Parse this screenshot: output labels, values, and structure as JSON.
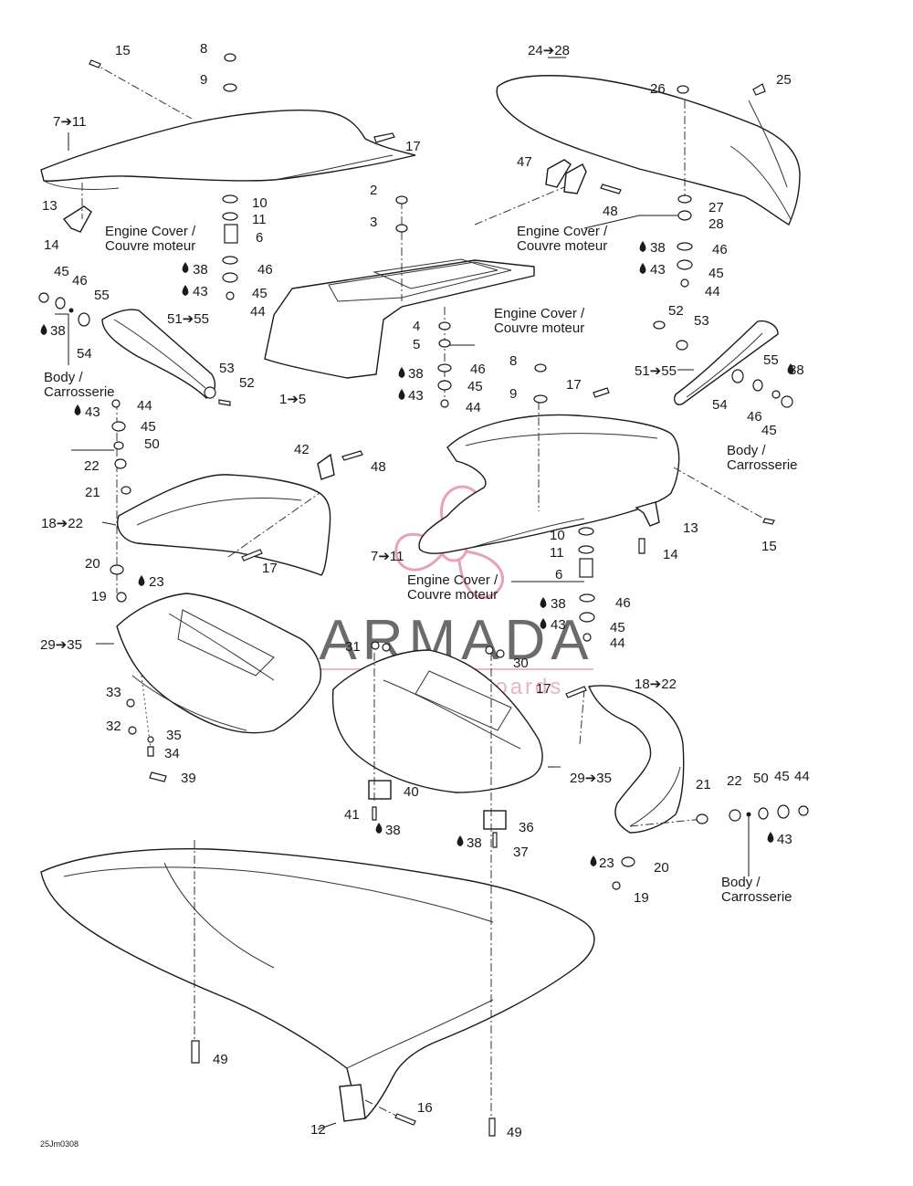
{
  "diagram": {
    "ref_code": "25Jm0308",
    "engine_cover_en": "Engine Cover /",
    "engine_cover_fr": "Couvre moteur",
    "body_en": "Body /",
    "body_fr": "Carrosserie"
  },
  "watermark": {
    "title": "ARMADA",
    "subtitle": "marine outboards",
    "color_title": "#6b6b6b",
    "color_accent": "#e8a0bf",
    "icon": "propeller-icon"
  },
  "callouts": {
    "c8a": "8",
    "c9a": "9",
    "c15a": "15",
    "c711a": "7➔11",
    "c17a": "17",
    "c13a": "13",
    "c14a": "14",
    "c10a": "10",
    "c11a": "11",
    "c6a": "6",
    "c38a": "38",
    "c46a": "46",
    "c43a": "43",
    "c45a": "45",
    "c44a": "44",
    "c45b": "45",
    "c46b": "46",
    "c38b": "38",
    "c55a": "55",
    "c54a": "54",
    "c5155a": "51➔55",
    "c53a": "53",
    "c52a": "52",
    "c2428": "24➔28",
    "c25": "25",
    "c26": "26",
    "c47": "47",
    "c48a": "48",
    "c27": "27",
    "c28": "28",
    "c38c": "38",
    "c46c": "46",
    "c43c": "43",
    "c45c": "45",
    "c44c": "44",
    "c2": "2",
    "c3": "3",
    "c15": "1➔5",
    "c4": "4",
    "c5": "5",
    "c46d": "46",
    "c38d": "38",
    "c45d": "45",
    "c43d": "43",
    "c44d": "44",
    "c52b": "52",
    "c53b": "53",
    "c5155b": "51➔55",
    "c55b": "55",
    "c38e": "38",
    "c54b": "54",
    "c46e": "46",
    "c45e": "45",
    "c8b": "8",
    "c9b": "9",
    "c17b": "17",
    "c13b": "13",
    "c14b": "14",
    "c15b": "15",
    "c43e": "43",
    "c44e": "44",
    "c45f": "45",
    "c50a": "50",
    "c22a": "22",
    "c21a": "21",
    "c1822a": "18➔22",
    "c42": "42",
    "c48b": "48",
    "c17c": "17",
    "c20a": "20",
    "c23a": "23",
    "c19a": "19",
    "c711b": "7➔11",
    "c10b": "10",
    "c11b": "11",
    "c6b": "6",
    "c46f": "46",
    "c38f": "38",
    "c45g": "45",
    "c43f": "43",
    "c44f": "44",
    "c2935a": "29➔35",
    "c31": "31",
    "c30": "30",
    "c33": "33",
    "c32": "32",
    "c35": "35",
    "c34": "34",
    "c39": "39",
    "c40": "40",
    "c41": "41",
    "c38g": "38",
    "c36": "36",
    "c38h": "38",
    "c37": "37",
    "c2935b": "29➔35",
    "c17d": "17",
    "c1822b": "18➔22",
    "c21b": "21",
    "c22b": "22",
    "c50b": "50",
    "c45h": "45",
    "c44g": "44",
    "c43g": "43",
    "c23b": "23",
    "c20b": "20",
    "c19b": "19",
    "c49a": "49",
    "c12": "12",
    "c16": "16",
    "c49b": "49"
  }
}
